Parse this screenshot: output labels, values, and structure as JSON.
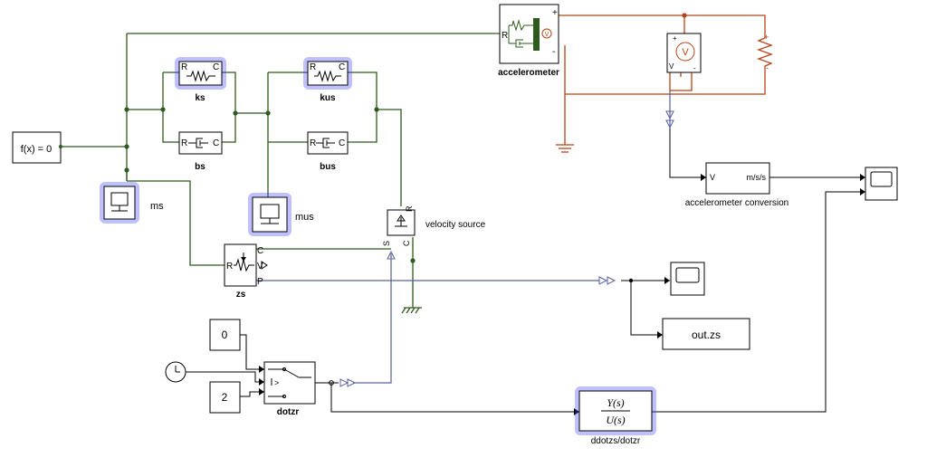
{
  "blocks": {
    "solver": "f(x) = 0",
    "ks": "ks",
    "bs": "bs",
    "kus": "kus",
    "bus": "bus",
    "ms": "ms",
    "mus": "mus",
    "zs": "zs",
    "velocity_source": "velocity source",
    "accelerometer": "accelerometer",
    "accelerometer_conversion": "accelerometer conversion",
    "conv_in": "V",
    "conv_out": "m/s/s",
    "const0": "0",
    "const2": "2",
    "dotzr": "dotzr",
    "out_zs": "out.zs",
    "tf_num": "Y(s)",
    "tf_den": "U(s)",
    "tf_name": "ddotzs/dotzr"
  },
  "ports": {
    "R": "R",
    "C": "C",
    "S": "S",
    "V": "V",
    "P": "P",
    "plus": "+",
    "minus": "-",
    "switch_cond": ">"
  },
  "colors": {
    "physical_line": "#2f5a1e",
    "electrical_line": "#b5441b",
    "physical_signal": "#5a5f9e",
    "highlight": "#4b4bff"
  }
}
